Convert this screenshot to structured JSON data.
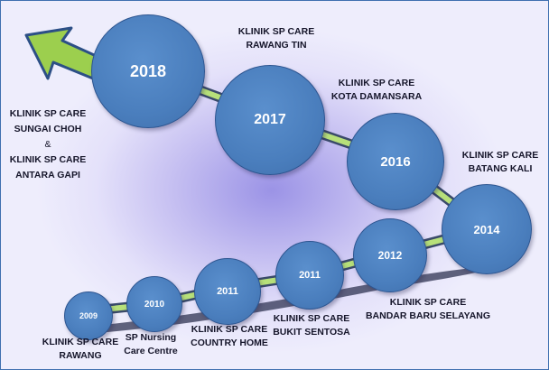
{
  "milestones": [
    {
      "year": "2018",
      "lines": [
        "KLINIK SP CARE",
        "SUNGAI CHOH",
        "&",
        "KLINIK SP CARE",
        "ANTARA GAPI"
      ]
    },
    {
      "year": "2017",
      "lines": [
        "KLINIK SP CARE",
        "RAWANG  TIN"
      ]
    },
    {
      "year": "2016",
      "lines": [
        "KLINIK SP CARE",
        "KOTA DAMANSARA"
      ]
    },
    {
      "year": "2014",
      "lines": [
        "KLINIK SP CARE",
        "BATANG KALI"
      ]
    },
    {
      "year": "2012",
      "lines": [
        "KLINIK SP CARE",
        "BANDAR BARU SELAYANG"
      ]
    },
    {
      "year": "2011",
      "lines": [
        "KLINIK SP CARE",
        "BUKIT SENTOSA"
      ]
    },
    {
      "year": "2011",
      "lines": [
        "KLINIK SP CARE",
        "COUNTRY HOME"
      ]
    },
    {
      "year": "2010",
      "lines": [
        "SP Nursing",
        "Care Centre"
      ]
    },
    {
      "year": "2009",
      "lines": [
        "KLINIK SP CARE",
        "RAWANG"
      ]
    }
  ],
  "colors": {
    "circle": "#4a7ebd",
    "connector": "#b7e07a",
    "arrow": "#9ccf4e"
  }
}
